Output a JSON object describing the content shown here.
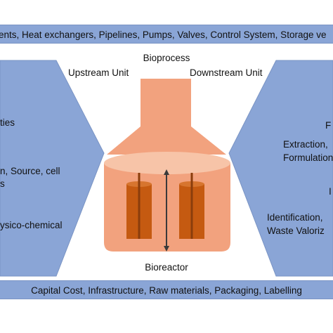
{
  "top_bar": "ents, Heat exchangers, Pipelines, Pumps, Valves, Control System, Storage ve",
  "bottom_bar": "Capital Cost, Infrastructure, Raw materials, Packaging, Labelling",
  "bioprocess_label": "Bioprocess",
  "upstream_label": "Upstream Unit",
  "downstream_label": "Downstream Unit",
  "bioreactor_label": "Bioreactor",
  "left_panel": {
    "lines": [
      "ties",
      "n, Source, cell",
      "s",
      "ysico-chemical"
    ]
  },
  "right_panel": {
    "lines": [
      "F",
      "Extraction,",
      "Formulation",
      "I",
      "Identification,",
      "Waste Valoriz"
    ]
  },
  "colors": {
    "panel_blue": "#8aa5d6",
    "vessel_orange": "#f2a27e",
    "vessel_light": "#f7c4a8",
    "cylinder_orange": "#c55a11",
    "shaft_dark": "#3a3a3a"
  }
}
